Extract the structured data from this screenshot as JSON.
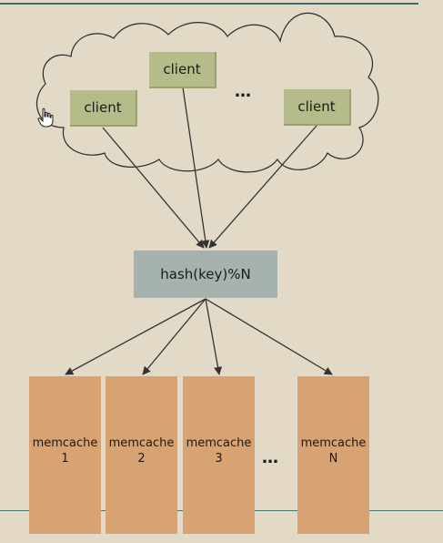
{
  "clients": [
    {
      "label": "client"
    },
    {
      "label": "client"
    },
    {
      "label": "client"
    }
  ],
  "client_ellipsis": "…",
  "hash_label": "hash(key)%N",
  "memcaches": [
    {
      "name": "memcache",
      "index": "1"
    },
    {
      "name": "memcache",
      "index": "2"
    },
    {
      "name": "memcache",
      "index": "3"
    },
    {
      "name": "memcache",
      "index": "N"
    }
  ],
  "memcache_ellipsis": "…",
  "colors": {
    "background": "#e2dac7",
    "client_fill": "#b6bb8a",
    "hash_fill": "#a6b2ad",
    "memcache_fill": "#d7a373",
    "arrow": "#333333"
  },
  "icons": {
    "pointer": "hand-pointer-icon"
  }
}
